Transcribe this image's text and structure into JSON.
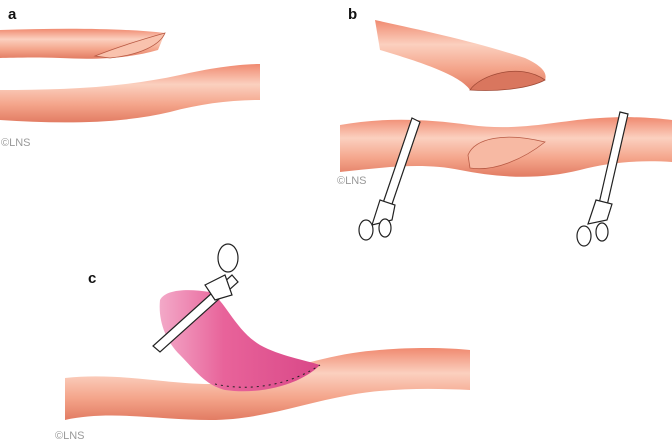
{
  "panels": {
    "a": {
      "label": "a",
      "copyright": "©LNS"
    },
    "b": {
      "label": "b",
      "copyright": "©LNS"
    },
    "c": {
      "label": "c",
      "copyright": "©LNS"
    }
  },
  "colors": {
    "vessel": "#f4a48a",
    "vessel_highlight": "#fbd2c2",
    "vessel_shadow": "#e07a62",
    "graft": "#e8639a",
    "graft_highlight": "#f7b9d3",
    "clamp": "#ffffff",
    "outline": "#222222"
  }
}
